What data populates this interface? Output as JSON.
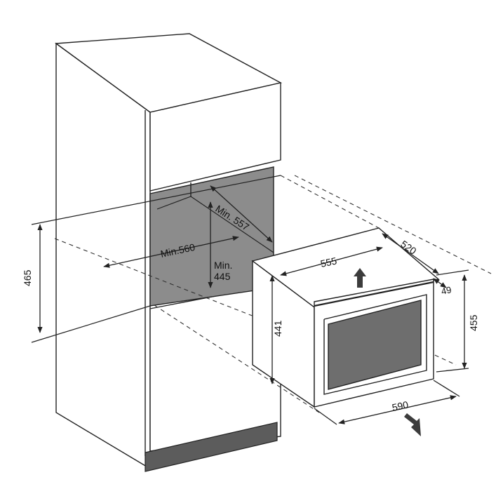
{
  "diagram": {
    "dimensions": {
      "cavity_depth": "Min. 557",
      "cavity_width": "Min.560",
      "cavity_height_line1": "Min.",
      "cavity_height_line2": "445",
      "niche_height": "465",
      "appliance_width": "555",
      "appliance_depth": "520",
      "appliance_height": "441",
      "front_height": "455",
      "front_depth": "49",
      "front_width": "590"
    },
    "colors": {
      "line": "#222222",
      "cavity": "#8c8c8c",
      "glass": "#6e6e6e",
      "plinth": "#5c5c5c",
      "arrow": "#3c3c3c",
      "paper": "#ffffff"
    },
    "icons": [
      "up-arrow-icon",
      "push-arrow-icon"
    ]
  }
}
